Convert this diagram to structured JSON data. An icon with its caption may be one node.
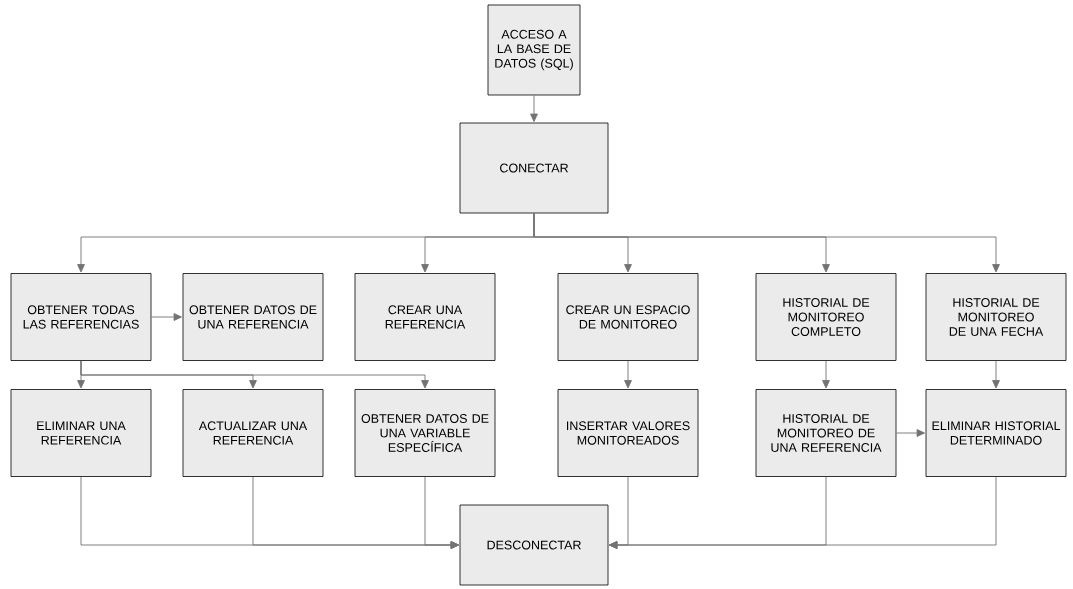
{
  "diagram": {
    "nodes": [
      {
        "text": [
          "ACCESO A LA BASE DE DATOS (SQL)"
        ]
      },
      {
        "text": [
          "CONECTAR"
        ]
      },
      {
        "text": [
          "OBTENER TODAS LAS REFERENCIAS"
        ]
      },
      {
        "text": [
          "OBTENER DATOS DE UNA REFERENCIA"
        ]
      },
      {
        "text": [
          "CREAR UNA REFERENCIA"
        ]
      },
      {
        "text": [
          "CREAR UN ESPACIO DE MONITOREO"
        ]
      },
      {
        "text": [
          "HISTORIAL DE MONITOREO COMPLETO"
        ]
      },
      {
        "text": [
          "HISTORIAL DE MONITOREO DE UNA FECHA"
        ]
      },
      {
        "text": [
          "ELIMINAR UNA REFERENCIA"
        ]
      },
      {
        "text": [
          "ACTUALIZAR UNA REFERENCIA"
        ]
      },
      {
        "text": [
          "OBTENER DATOS DE UNA VARIABLE ESPECÍFICA"
        ]
      },
      {
        "text": [
          "INSERTAR VALORES MONITOREADOS"
        ]
      },
      {
        "text": [
          "HISTORIAL DE MONITOREO DE UNA REFERENCIA"
        ]
      },
      {
        "text": [
          "ELIMINAR HISTORIAL DETERMINADO"
        ]
      },
      {
        "text": [
          "DESCONECTAR"
        ]
      }
    ],
    "edges": [
      {
        "from": 0,
        "to": 1,
        "arrow": "to"
      },
      {
        "from": 1,
        "to": 2,
        "arrow": "to"
      },
      {
        "from": 1,
        "to": 4,
        "arrow": "to"
      },
      {
        "from": 1,
        "to": 5,
        "arrow": "to"
      },
      {
        "from": 1,
        "to": 6,
        "arrow": "to"
      },
      {
        "from": 1,
        "to": 7,
        "arrow": "to"
      },
      {
        "from": 2,
        "to": 3,
        "arrow": "to"
      },
      {
        "from": 2,
        "to": 8,
        "arrow": "to"
      },
      {
        "from": 2,
        "to": 9,
        "arrow": "to"
      },
      {
        "from": 2,
        "to": 10,
        "arrow": "to"
      },
      {
        "from": 5,
        "to": 11,
        "arrow": "to"
      },
      {
        "from": 6,
        "to": 12,
        "arrow": "to"
      },
      {
        "from": 7,
        "to": 13,
        "arrow": "to"
      },
      {
        "from": 12,
        "to": 13,
        "arrow": "to"
      },
      {
        "from": 8,
        "to": 14,
        "arrow": "to"
      },
      {
        "from": 9,
        "to": 14,
        "arrow": "to"
      },
      {
        "from": 10,
        "to": 14,
        "arrow": "to"
      },
      {
        "from": 11,
        "to": 14,
        "arrow": "to"
      },
      {
        "from": 12,
        "to": 14,
        "arrow": "to"
      },
      {
        "from": 13,
        "to": 14,
        "arrow": "to"
      }
    ]
  }
}
